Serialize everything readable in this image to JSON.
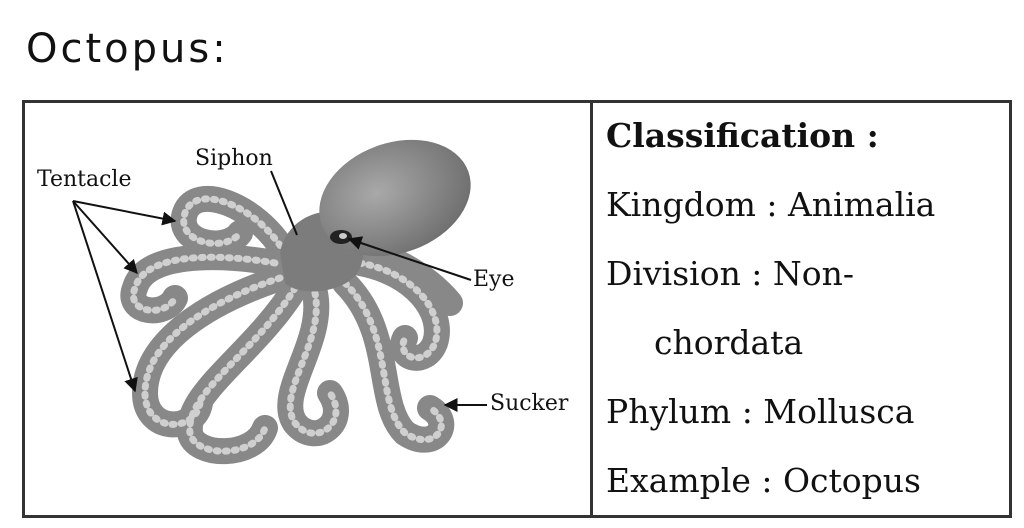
{
  "title": "Octopus:",
  "diagram": {
    "labels": {
      "tentacle": "Tentacle",
      "siphon": "Siphon",
      "eye": "Eye",
      "sucker": "Sucker"
    }
  },
  "classification": {
    "heading": "Classification :",
    "kingdom": "Kingdom : Animalia",
    "division_1": "Division : Non-",
    "division_2": "chordata",
    "phylum": "Phylum : Mollusca",
    "example": "Example : Octopus"
  }
}
